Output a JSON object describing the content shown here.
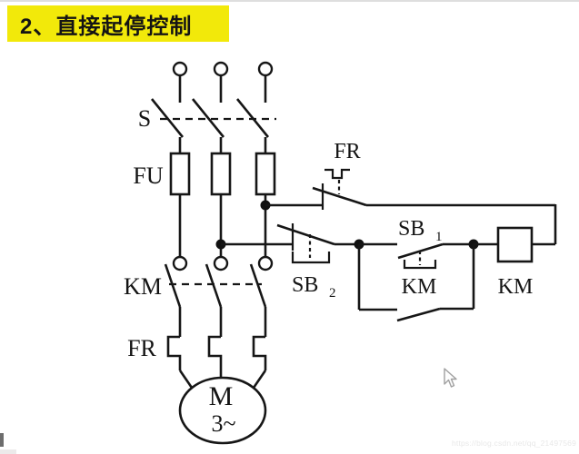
{
  "title": "2、直接起停控制",
  "colors": {
    "highlight": "#f2e90a",
    "line": "#161616",
    "background": "#ffffff",
    "watermark": "#e8e8e8"
  },
  "labels": {
    "switch": "S",
    "fuse": "FU",
    "contactor_main": "KM",
    "thermal_main": "FR",
    "thermal_control": "FR",
    "start_base": "SB",
    "start_sub": "1",
    "stop_base": "SB",
    "stop_sub": "2",
    "contactor_aux": "KM",
    "coil": "KM",
    "motor": "M",
    "motor_phases": "3~"
  },
  "watermark": "https://blog.csdn.net/qq_21497569"
}
